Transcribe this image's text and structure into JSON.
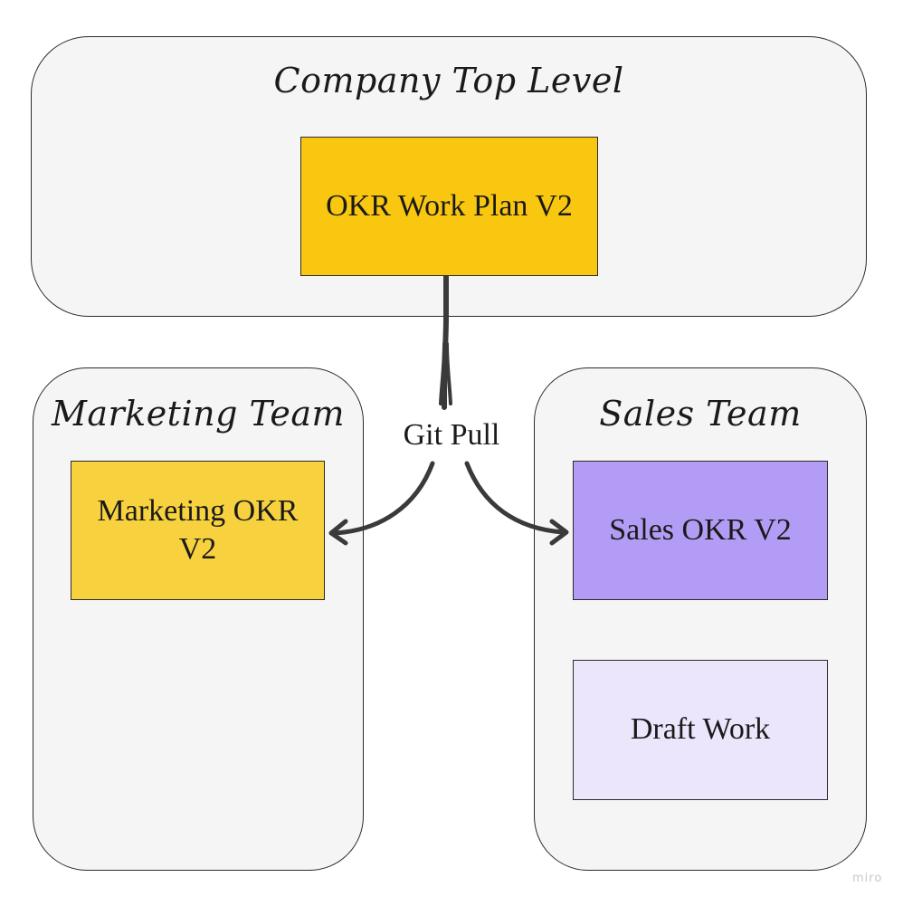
{
  "frames": {
    "company": {
      "title": "Company Top Level",
      "fill": "#f5f5f5"
    },
    "marketing": {
      "title": "Marketing Team",
      "fill": "#f5f5f5"
    },
    "sales": {
      "title": "Sales Team",
      "fill": "#f5f5f5"
    }
  },
  "cards": {
    "okr_work_plan": {
      "label": "OKR Work Plan V2",
      "color": "#f9c70f"
    },
    "marketing_okr": {
      "label": "Marketing OKR V2",
      "color": "#f7d23e"
    },
    "sales_okr": {
      "label": "Sales OKR V2",
      "color": "#b39cf5"
    },
    "draft_work": {
      "label": "Draft Work",
      "color": "#ece6fd"
    }
  },
  "connector": {
    "label": "Git Pull",
    "color": "#3a3a3a"
  },
  "watermark": "miro"
}
